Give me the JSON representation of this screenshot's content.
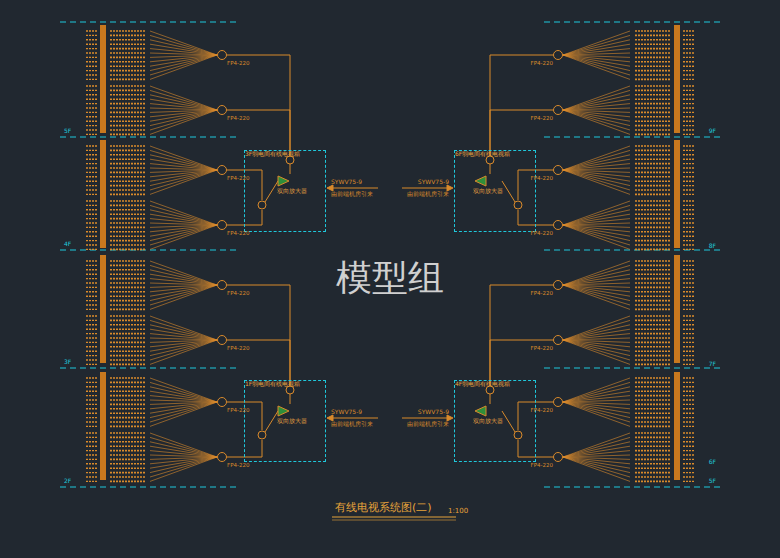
{
  "diagram": {
    "title": "有线电视系统图(二)",
    "nodes": [
      {
        "text": [
          "3F弱电间有线电视箱"
        ]
      },
      {
        "text": [
          "双向放大器"
        ],
        "in": 0
      },
      {
        "text": [
          "6F弱电间有线电视箱"
        ]
      },
      {
        "text": [
          "双向放大器"
        ],
        "in": 2
      },
      {
        "text": [
          "1F弱电间有线电视箱"
        ]
      },
      {
        "text": [
          "双向放大器"
        ],
        "in": 4
      },
      {
        "text": [
          "4F弱电间有线电视箱"
        ]
      },
      {
        "text": [
          "双向放大器"
        ],
        "in": 6
      }
    ],
    "labels": [
      "FP4-220",
      "FP4-220",
      "FP4-220",
      "FP4-220",
      "FP4-220",
      "FP4-220",
      "FP4-220",
      "FP4-220",
      "FP4-220",
      "FP4-220",
      "FP4-220",
      "FP4-220",
      "FP4-220",
      "FP4-220",
      "FP4-220",
      "FP4-220",
      "SYWV75-9",
      "由前端机房引来",
      "SYWV75-9",
      "由前端机房引来",
      "SYWV75-9",
      "由前端机房引来",
      "SYWV75-9",
      "由前端机房引来",
      "5F",
      "4F",
      "3F",
      "2F",
      "9F",
      "8F",
      "7F",
      "6F",
      "5F",
      "1:100",
      "模型组"
    ]
  }
}
